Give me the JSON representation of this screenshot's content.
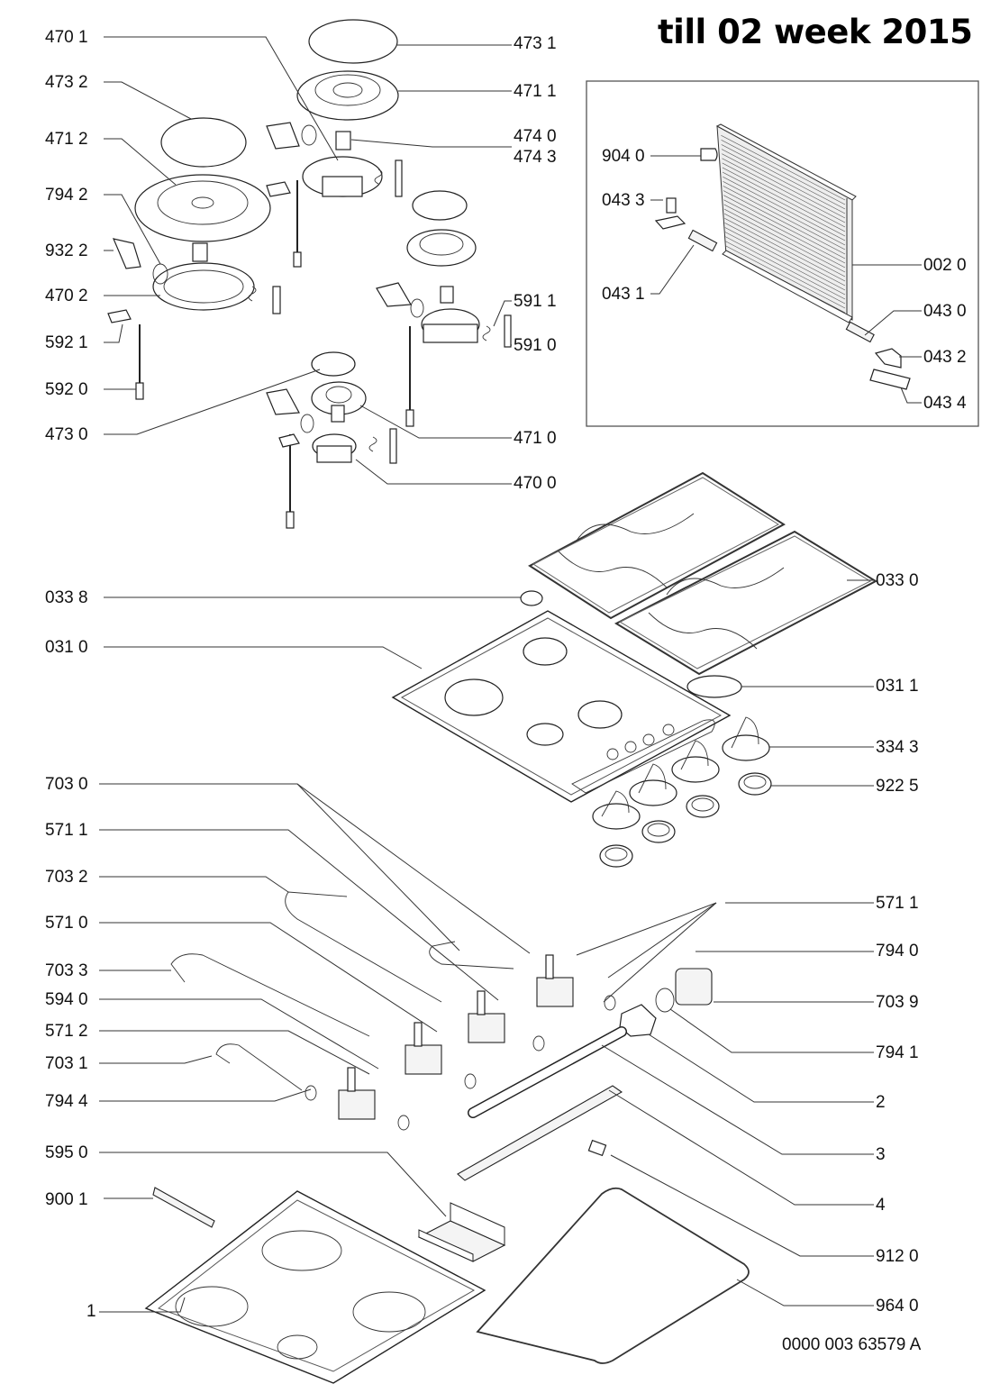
{
  "title": "till 02 week 2015",
  "document_number": "0000 003 63579 A",
  "inset_box": {
    "description": "Glass lid assembly inset",
    "labels": [
      {
        "id": "904-0",
        "text": "904 0",
        "side": "left"
      },
      {
        "id": "043-3",
        "text": "043 3",
        "side": "left"
      },
      {
        "id": "043-1",
        "text": "043 1",
        "side": "left"
      },
      {
        "id": "002-0",
        "text": "002 0",
        "side": "right"
      },
      {
        "id": "043-0",
        "text": "043 0",
        "side": "right"
      },
      {
        "id": "043-2",
        "text": "043 2",
        "side": "right"
      },
      {
        "id": "043-4",
        "text": "043 4",
        "side": "right"
      }
    ]
  },
  "left_labels": [
    {
      "id": "470-1",
      "text": "470 1"
    },
    {
      "id": "473-2",
      "text": "473 2"
    },
    {
      "id": "471-2",
      "text": "471 2"
    },
    {
      "id": "794-2",
      "text": "794 2"
    },
    {
      "id": "932-2",
      "text": "932 2"
    },
    {
      "id": "470-2",
      "text": "470 2"
    },
    {
      "id": "592-1",
      "text": "592 1"
    },
    {
      "id": "592-0",
      "text": "592 0"
    },
    {
      "id": "473-0",
      "text": "473 0"
    },
    {
      "id": "033-8",
      "text": "033 8"
    },
    {
      "id": "031-0",
      "text": "031 0"
    },
    {
      "id": "703-0",
      "text": "703 0"
    },
    {
      "id": "571-1",
      "text": "571 1"
    },
    {
      "id": "703-2",
      "text": "703 2"
    },
    {
      "id": "571-0",
      "text": "571 0"
    },
    {
      "id": "703-3",
      "text": "703 3"
    },
    {
      "id": "594-0",
      "text": "594 0"
    },
    {
      "id": "571-2",
      "text": "571 2"
    },
    {
      "id": "703-1",
      "text": "703 1"
    },
    {
      "id": "794-4",
      "text": "794 4"
    },
    {
      "id": "595-0",
      "text": "595 0"
    },
    {
      "id": "900-1",
      "text": "900 1"
    },
    {
      "id": "1",
      "text": "1"
    }
  ],
  "right_labels": [
    {
      "id": "473-1",
      "text": "473 1"
    },
    {
      "id": "471-1",
      "text": "471 1"
    },
    {
      "id": "474-0",
      "text": "474 0"
    },
    {
      "id": "474-3",
      "text": "474 3"
    },
    {
      "id": "591-1",
      "text": "591 1"
    },
    {
      "id": "591-0",
      "text": "591 0"
    },
    {
      "id": "471-0",
      "text": "471 0"
    },
    {
      "id": "470-0",
      "text": "470 0"
    },
    {
      "id": "033-0",
      "text": "033 0"
    },
    {
      "id": "031-1",
      "text": "031 1"
    },
    {
      "id": "334-3",
      "text": "334 3"
    },
    {
      "id": "922-5",
      "text": "922 5"
    },
    {
      "id": "571-1b",
      "text": "571 1"
    },
    {
      "id": "794-0",
      "text": "794 0"
    },
    {
      "id": "703-9",
      "text": "703 9"
    },
    {
      "id": "794-1",
      "text": "794 1"
    },
    {
      "id": "2",
      "text": "2"
    },
    {
      "id": "3",
      "text": "3"
    },
    {
      "id": "4",
      "text": "4"
    },
    {
      "id": "912-0",
      "text": "912 0"
    },
    {
      "id": "964-0",
      "text": "964 0"
    }
  ]
}
